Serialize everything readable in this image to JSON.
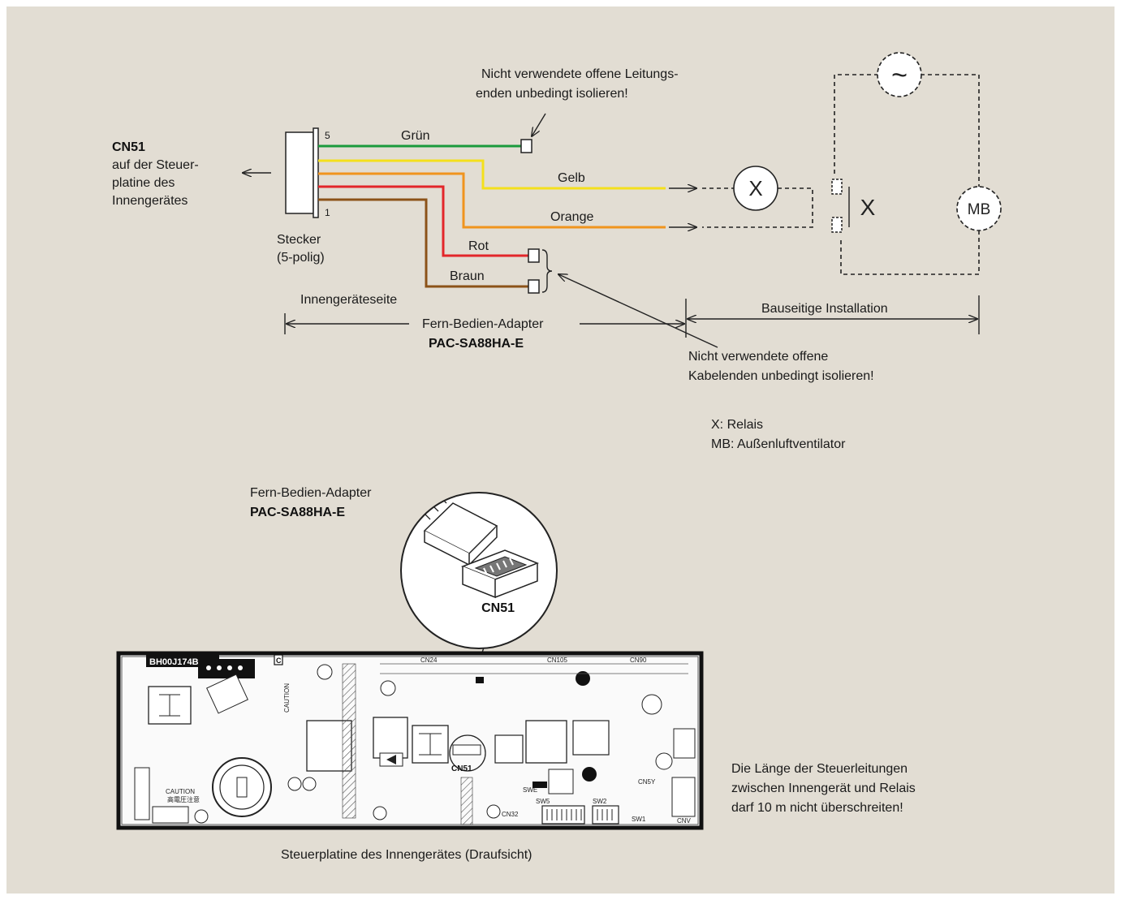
{
  "colors": {
    "background": "#e2ddd3",
    "wire_green": "#1a9a3c",
    "wire_yellow": "#f4e01c",
    "wire_orange": "#f0941e",
    "wire_red": "#e3262a",
    "wire_brown": "#8c5218"
  },
  "connector": {
    "target_title": "CN51",
    "target_line1": "auf der Steuer-",
    "target_line2": "platine des",
    "target_line3": "Innengerätes",
    "plug_line1": "Stecker",
    "plug_line2": "(5-polig)",
    "pin_top": "5",
    "pin_bottom": "1"
  },
  "wires": {
    "green": "Grün",
    "yellow": "Gelb",
    "orange": "Orange",
    "red": "Rot",
    "brown": "Braun"
  },
  "notes": {
    "insulate_top_line1": "Nicht verwendete offene Leitungs-",
    "insulate_top_line2": "enden unbedingt isolieren!",
    "insulate_bottom_line1": "Nicht verwendete offene",
    "insulate_bottom_line2": "Kabelenden unbedingt isolieren!",
    "length_line1": "Die Länge der Steuerleitungen",
    "length_line2": "zwischen Innengerät und Relais",
    "length_line3": "darf 10 m nicht überschreiten!"
  },
  "symbols": {
    "ac_source": "~",
    "relay": "X",
    "motor": "MB",
    "contact": "X"
  },
  "spans": {
    "indoor_side": "Innengeräteseite",
    "adapter_name": "Fern-Bedien-Adapter",
    "adapter_model": "PAC-SA88HA-E",
    "site_install": "Bauseitige Installation"
  },
  "legend": {
    "relay": "X: Relais",
    "fan": "MB: Außenluftventilator"
  },
  "detail": {
    "adapter_name": "Fern-Bedien-Adapter",
    "adapter_model": "PAC-SA88HA-E",
    "socket_label": "CN51"
  },
  "pcb": {
    "caption": "Steuerplatine des Innengerätes (Draufsicht)",
    "part_number": "BH00J174B",
    "warning_1": "CAUTION",
    "warning_2": "CAUTION",
    "warning_jp": "高電圧注意",
    "connector_labels": [
      "CN24",
      "CN105",
      "CN90",
      "CN51",
      "CN5Y",
      "CN32",
      "CNV"
    ],
    "switch_labels": [
      "SW5",
      "SW2",
      "SW1",
      "SWE"
    ],
    "marker": "C"
  }
}
